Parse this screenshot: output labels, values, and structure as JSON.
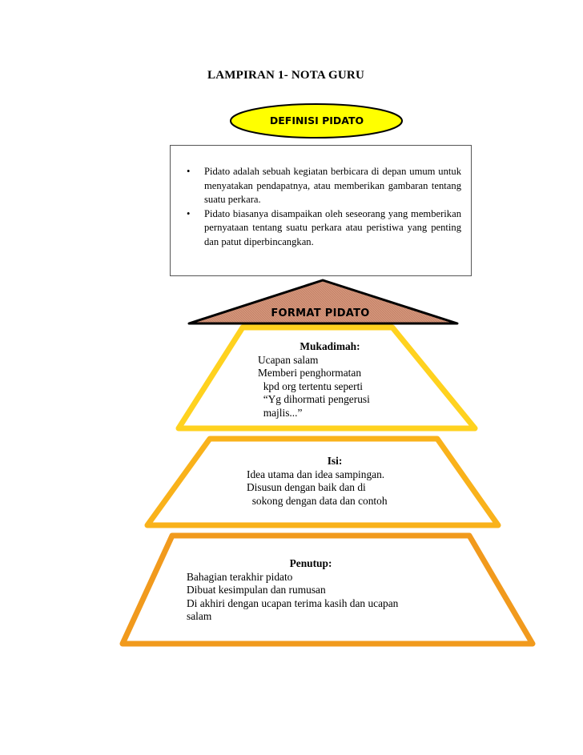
{
  "title": "LAMPIRAN 1- NOTA GURU",
  "definisi": {
    "label": "DEFINISI PIDATO",
    "bullets": [
      "Pidato adalah sebuah kegiatan berbicara di depan umum untuk menyatakan pendapatnya, atau memberikan gambaran tentang suatu perkara.",
      "Pidato biasanya disampaikan oleh seseorang yang memberikan pernyataan tentang suatu perkara atau peristiwa yang penting dan patut diperbincangkan."
    ],
    "bullet_symbol": "•"
  },
  "format": {
    "label": "FORMAT PIDATO",
    "colors": {
      "roof_fill": "#d4957a",
      "roof_stroke": "#000000",
      "tier1": "#ffd21f",
      "tier2": "#f9b21b",
      "tier3": "#f19a1d",
      "oval": "#ffff00"
    }
  },
  "mukadimah": {
    "heading": "Mukadimah:",
    "lines": [
      "Ucapan salam",
      "Memberi penghormatan",
      "  kpd org tertentu seperti",
      "  “Yg dihormati pengerusi",
      "  majlis...”"
    ]
  },
  "isi": {
    "heading": "Isi:",
    "lines": [
      "Idea utama dan idea sampingan.",
      "Disusun dengan baik dan di",
      "  sokong dengan data dan contoh"
    ]
  },
  "penutup": {
    "heading": "Penutup:",
    "lines": [
      "Bahagian terakhir pidato",
      "Dibuat kesimpulan dan rumusan",
      "Di akhiri dengan ucapan terima kasih dan ucapan",
      "salam"
    ]
  }
}
